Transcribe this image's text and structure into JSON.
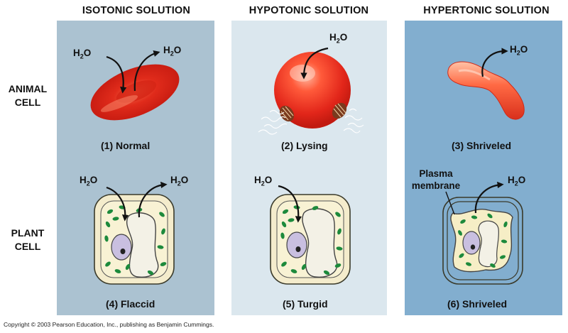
{
  "headers": {
    "isotonic": "ISOTONIC SOLUTION",
    "hypotonic": "HYPOTONIC SOLUTION",
    "hypertonic": "HYPERTONIC SOLUTION"
  },
  "row_labels": {
    "animal_line1": "ANIMAL",
    "animal_line2": "CELL",
    "plant_line1": "PLANT",
    "plant_line2": "CELL"
  },
  "captions": {
    "c1": "(1) Normal",
    "c2": "(2) Lysing",
    "c3": "(3) Shriveled",
    "c4": "(4) Flaccid",
    "c5": "(5) Turgid",
    "c6": "(6) Shriveled"
  },
  "molecule": {
    "base": "H",
    "sub": "2",
    "end": "O"
  },
  "annotation": {
    "line1": "Plasma",
    "line2": "membrane"
  },
  "copyright": "Copyright © 2003 Pearson Education, Inc., publishing as Benjamin Cummings.",
  "colors": {
    "isotonic_bg": "#abc2d1",
    "hypotonic_bg": "#dbe7ee",
    "hypertonic_bg": "#82aecf",
    "red_cell": "#e8321e",
    "plant_wall": "#f4eccc",
    "chloroplast": "#1d8a3c",
    "nucleus": "#c9bfe0",
    "vacuole": "#f3f1e6"
  }
}
